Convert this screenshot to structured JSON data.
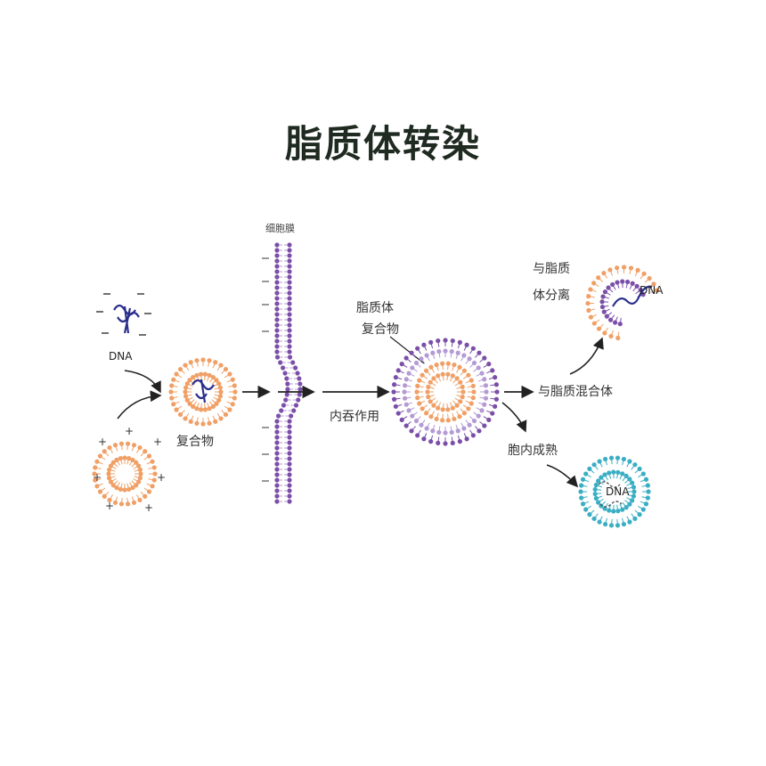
{
  "title": "脂质体转染",
  "labels": {
    "membrane": "细胞膜",
    "dna": "DNA",
    "complex": "复合物",
    "liposome_complex_line1": "脂质体",
    "liposome_complex_line2": "复合物",
    "endocytosis": "内吞作用",
    "separate_line1": "与脂质",
    "separate_line2": "体分离",
    "dna_released": "DNA",
    "fuse": "与脂质混合体",
    "mature": "胞内成熟",
    "dna_final": "DNA"
  },
  "colors": {
    "orange": "#f0a066",
    "purple": "#7b4fa8",
    "light_purple": "#b49bd4",
    "teal": "#3aaec4",
    "dna_blue": "#2b2f8c",
    "arrow": "#222222"
  }
}
